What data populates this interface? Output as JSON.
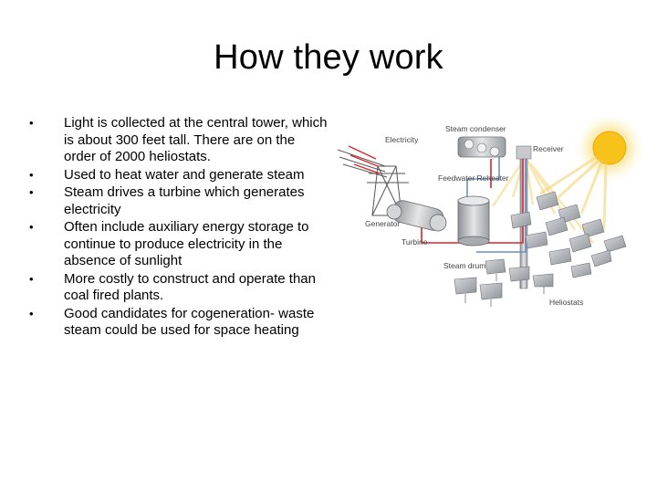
{
  "slide": {
    "title": "How they work",
    "bullets": [
      "Light is collected at the central tower, which is about 300 feet tall. There are on the order of 2000 heliostats.",
      "Used to heat water and generate steam",
      "Steam drives a turbine which generates electricity",
      "Often include auxiliary energy storage to continue to produce electricity in the absence of sunlight",
      "More costly to construct and operate than coal fired plants.",
      "Good candidates for cogeneration- waste steam could be used for space heating"
    ]
  },
  "diagram": {
    "labels": {
      "electricity": "Electricity",
      "steam_condenser": "Steam condenser",
      "receiver": "Receiver",
      "feedwater_reheater": "Feedwater Reheater",
      "generator": "Generator",
      "turbine": "Turbine",
      "steam_drum": "Steam drum",
      "heliostats": "Heliostats"
    },
    "colors": {
      "sun": "#f7c21a",
      "pipe_hot": "#d8262b",
      "pipe_cold": "#6b8fc2",
      "metal": "#b9bcc0"
    }
  }
}
